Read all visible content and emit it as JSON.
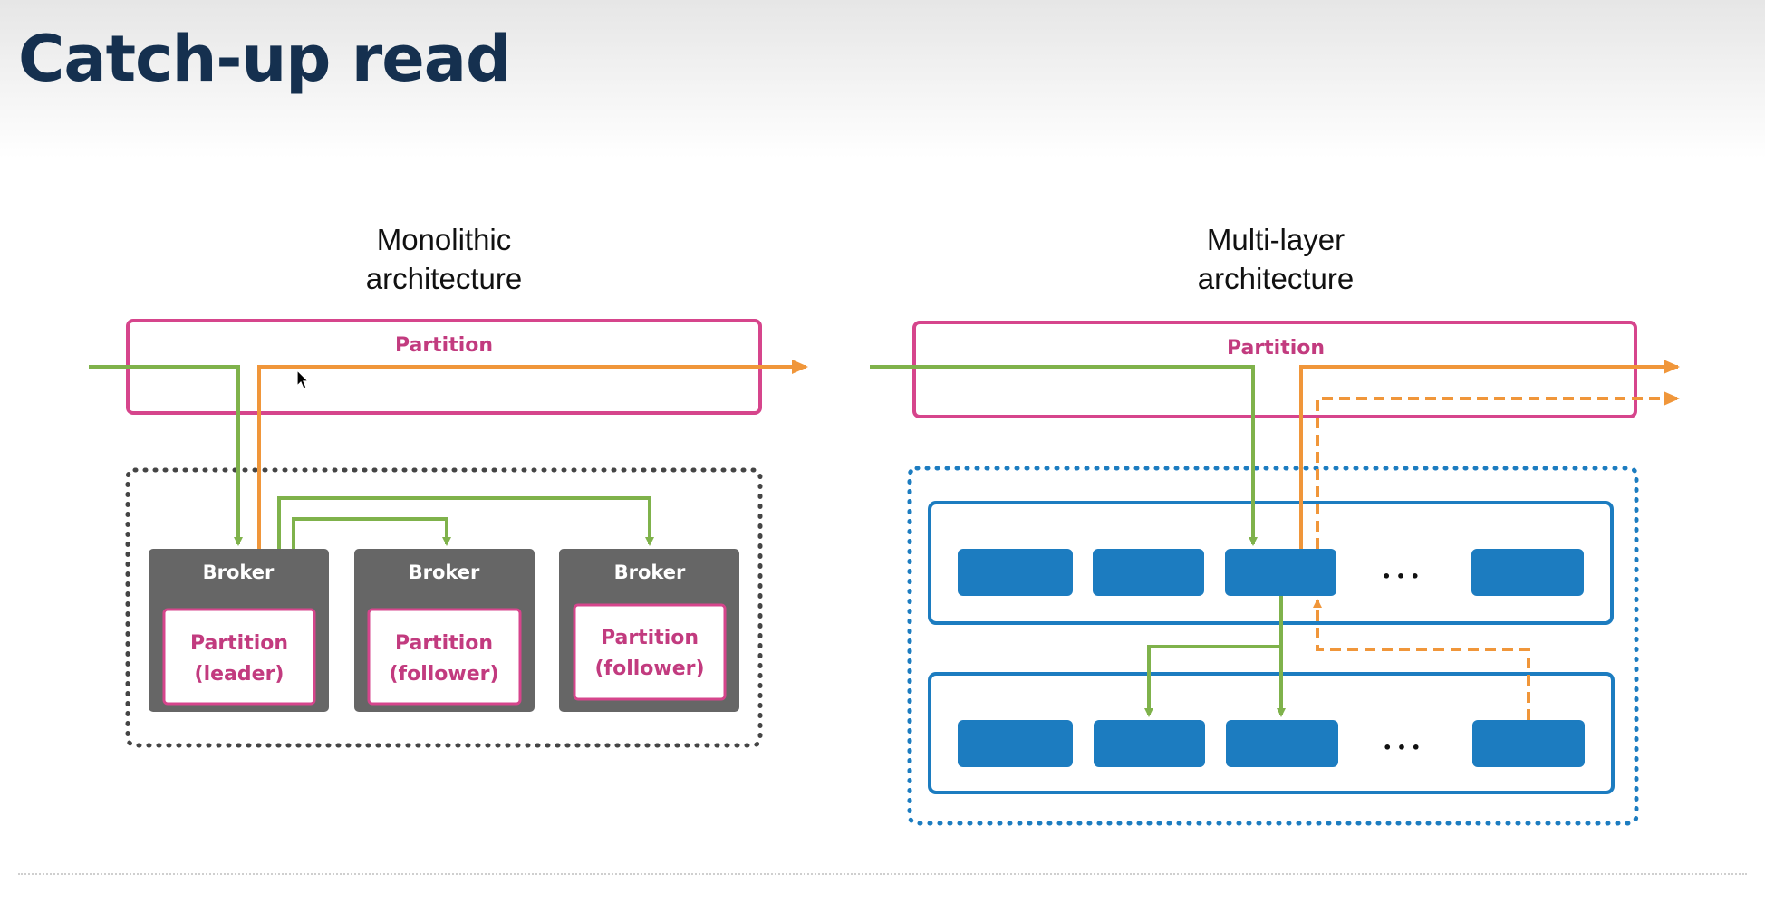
{
  "slide": {
    "title": "Catch-up read"
  },
  "colors": {
    "title": "#15304f",
    "partition_border": "#d6458c",
    "partition_text": "#c23b7f",
    "broker_fill": "#666666",
    "broker_text": "#ffffff",
    "write_path": "#7fb24b",
    "read_path": "#f0963a",
    "multilayer_blue": "#1c7cc0",
    "cluster_dots": "#444444"
  },
  "diagram": {
    "monolithic": {
      "title_line1": "Monolithic",
      "title_line2": "architecture",
      "partition_label": "Partition",
      "brokers": [
        {
          "label": "Broker",
          "partition_line1": "Partition",
          "partition_line2": "(leader)"
        },
        {
          "label": "Broker",
          "partition_line1": "Partition",
          "partition_line2": "(follower)"
        },
        {
          "label": "Broker",
          "partition_line1": "Partition",
          "partition_line2": "(follower)"
        }
      ]
    },
    "multilayer": {
      "title_line1": "Multi-layer",
      "title_line2": "architecture",
      "partition_label": "Partition",
      "ellipsis": "• • •"
    }
  }
}
